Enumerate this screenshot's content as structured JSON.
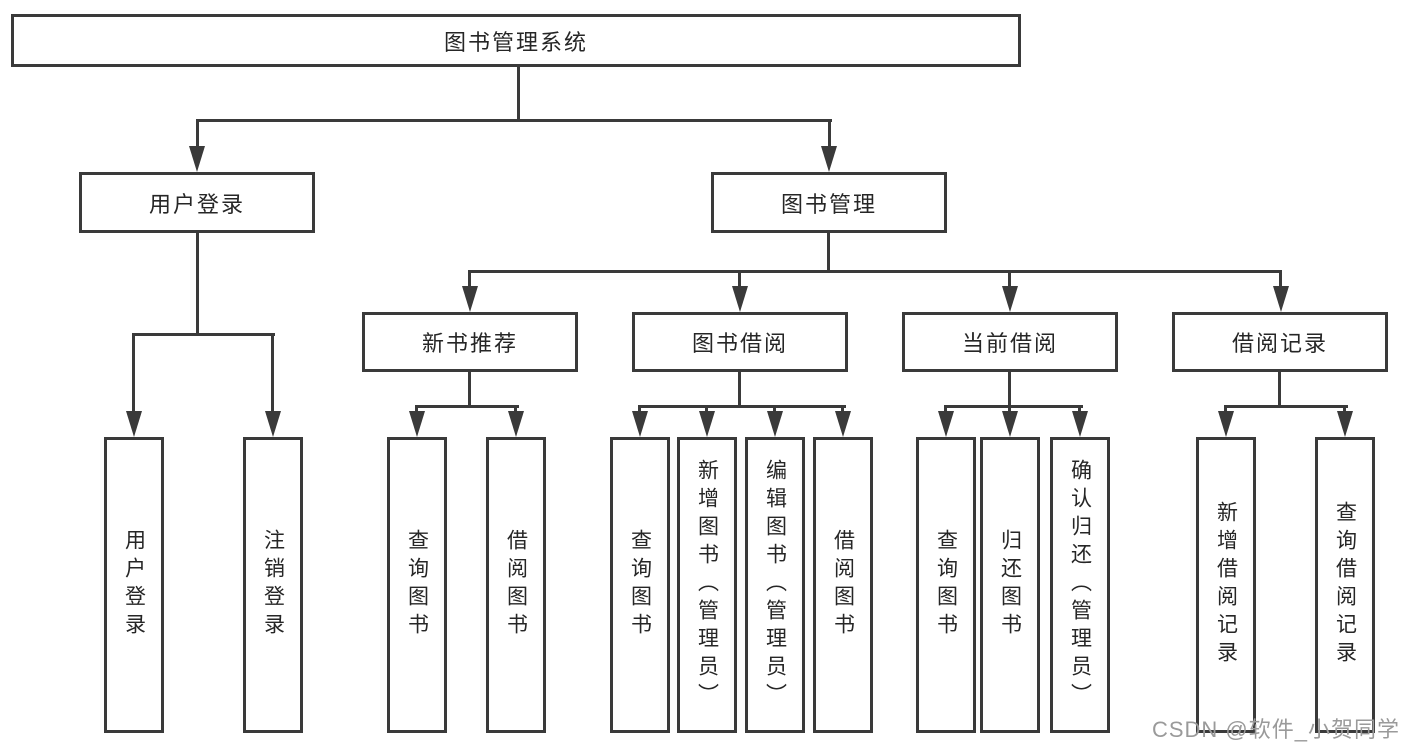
{
  "diagram": {
    "title": "图书管理系统",
    "root": {
      "label": "图书管理系统"
    },
    "branches": {
      "user_login": {
        "label": "用户登录",
        "children": [
          {
            "label": "用户登录"
          },
          {
            "label": "注销登录"
          }
        ]
      },
      "book_management": {
        "label": "图书管理",
        "children": {
          "new_book_recommend": {
            "label": "新书推荐",
            "children": [
              {
                "label": "查询图书"
              },
              {
                "label": "借阅图书"
              }
            ]
          },
          "book_borrow": {
            "label": "图书借阅",
            "children": [
              {
                "label": "查询图书"
              },
              {
                "label": "新增图书（管理员）"
              },
              {
                "label": "编辑图书（管理员）"
              },
              {
                "label": "借阅图书"
              }
            ]
          },
          "current_borrow": {
            "label": "当前借阅",
            "children": [
              {
                "label": "查询图书"
              },
              {
                "label": "归还图书"
              },
              {
                "label": "确认归还（管理员）"
              }
            ]
          },
          "borrow_record": {
            "label": "借阅记录",
            "children": [
              {
                "label": "新增借阅记录"
              },
              {
                "label": "查询借阅记录"
              }
            ]
          }
        }
      }
    }
  },
  "watermark": {
    "text": "CSDN @软件_小贺同学"
  },
  "colors": {
    "line": "#3a3a3a",
    "text": "#262626",
    "watermark": "#9a9a9a",
    "background": "#ffffff"
  }
}
